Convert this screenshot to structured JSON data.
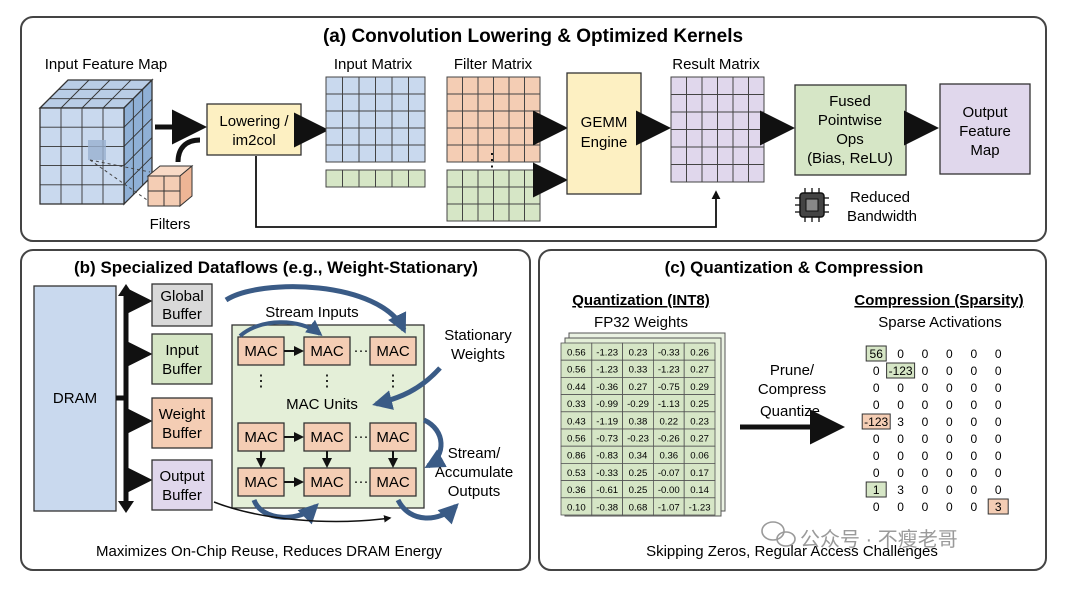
{
  "panel_a": {
    "title": "(a) Convolution Lowering & Optimized Kernels",
    "input_feature_map": "Input Feature Map",
    "filters": "Filters",
    "lowering_line1": "Lowering /",
    "lowering_line2": "im2col",
    "input_matrix": "Input Matrix",
    "filter_matrix": "Filter Matrix",
    "gemm_line1": "GEMM",
    "gemm_line2": "Engine",
    "result_matrix": "Result Matrix",
    "fused_line1": "Fused",
    "fused_line2": "Pointwise",
    "fused_line3": "Ops",
    "fused_line4": "(Bias, ReLU)",
    "output_line1": "Output",
    "output_line2": "Feature",
    "output_line3": "Map",
    "reduced_line1": "Reduced",
    "reduced_line2": "Bandwidth",
    "dots": "⋮"
  },
  "panel_b": {
    "title": "(b) Specialized Dataflows (e.g., Weight-Stationary)",
    "dram": "DRAM",
    "global_line1": "Global",
    "global_line2": "Buffer",
    "input_line1": "Input",
    "input_line2": "Buffer",
    "weight_line1": "Weight",
    "weight_line2": "Buffer",
    "output_line1": "Output",
    "output_line2": "Buffer",
    "stream_inputs": "Stream Inputs",
    "stationary_line1": "Stationary",
    "stationary_line2": "Weights",
    "mac": "MAC",
    "mac_units": "MAC Units",
    "stream_line1": "Stream/",
    "stream_line2": "Accumulate",
    "stream_line3": "Outputs",
    "hdots": "···",
    "vdots": "⋮",
    "caption": "Maximizes On-Chip Reuse, Reduces DRAM Energy"
  },
  "panel_c": {
    "title": "(c) Quantization & Compression",
    "quant_title": "Quantization (INT8)",
    "fp32": "FP32 Weights",
    "comp_title": "Compression (Sparsity)",
    "sparse": "Sparse Activations",
    "arrow_line1": "Prune/",
    "arrow_line2": "Compress",
    "arrow_line3": "Quantize",
    "caption": "Skipping Zeros, Regular Access Challenges",
    "weights": [
      [
        "0.56",
        "-1.23",
        "0.23",
        "-0.33",
        "0.26"
      ],
      [
        "0.56",
        "-1.23",
        "0.33",
        "-1.23",
        "0.27"
      ],
      [
        "0.44",
        "-0.36",
        "0.27",
        "-0.75",
        "0.29"
      ],
      [
        "0.33",
        "-0.99",
        "-0.29",
        "-1.13",
        "0.25"
      ],
      [
        "0.43",
        "-1.19",
        "0.38",
        "0.22",
        "0.23"
      ],
      [
        "0.56",
        "-0.73",
        "-0.23",
        "-0.26",
        "0.27"
      ],
      [
        "0.86",
        "-0.83",
        "0.34",
        "0.36",
        "0.06"
      ],
      [
        "0.53",
        "-0.33",
        "0.25",
        "-0.07",
        "0.17"
      ],
      [
        "0.36",
        "-0.61",
        "0.25",
        "-0.00",
        "0.14"
      ],
      [
        "0.10",
        "-0.38",
        "0.68",
        "-1.07",
        "-1.23"
      ]
    ],
    "sparse_rows": [
      [
        "56",
        "0",
        "0",
        "0",
        "0",
        "0"
      ],
      [
        "0",
        "-123",
        "0",
        "0",
        "0",
        "0"
      ],
      [
        "0",
        "0",
        "0",
        "0",
        "0",
        "0"
      ],
      [
        "0",
        "0",
        "0",
        "0",
        "0",
        "0"
      ],
      [
        "-123",
        "3",
        "0",
        "0",
        "0",
        "0"
      ],
      [
        "0",
        "0",
        "0",
        "0",
        "0",
        "0"
      ],
      [
        "0",
        "0",
        "0",
        "0",
        "0",
        "0"
      ],
      [
        "0",
        "0",
        "0",
        "0",
        "0",
        "0"
      ],
      [
        "1",
        "3",
        "0",
        "0",
        "0",
        "0"
      ],
      [
        "0",
        "0",
        "0",
        "0",
        "0",
        "3"
      ]
    ],
    "highlights": [
      {
        "row": 0,
        "col": 0,
        "color": "#d6e6c6"
      },
      {
        "row": 1,
        "col": 1,
        "color": "#d6e6c6"
      },
      {
        "row": 4,
        "col": 0,
        "color": "#f4cdb4"
      },
      {
        "row": 8,
        "col": 0,
        "color": "#d6e6c6"
      },
      {
        "row": 9,
        "col": 5,
        "color": "#f4cdb4"
      }
    ]
  },
  "watermark": "公众号 · 不瘦老哥",
  "colors": {
    "blue": "#c9d9ee",
    "orange": "#f4cdb4",
    "green": "#d6e6c6",
    "yellow": "#fdf0c2",
    "purple": "#e0d7ec",
    "arrow_blue": "#3a5b86"
  }
}
